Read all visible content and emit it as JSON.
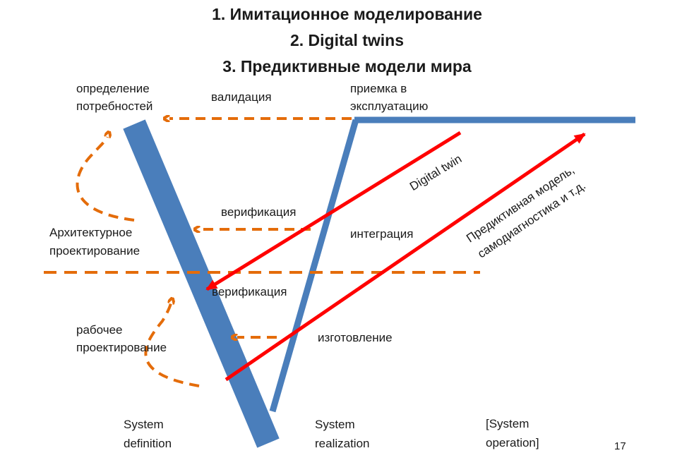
{
  "titles": {
    "line1": "1. Имитационное моделирование",
    "line2": "2. Digital twins",
    "line3": "3. Предиктивные модели мира"
  },
  "labels": {
    "needs_l1": "определение",
    "needs_l2": "потребностей",
    "validation": "валидация",
    "acceptance_l1": "приемка в",
    "acceptance_l2": "эксплуатацию",
    "verification_top": "верификация",
    "architecture_l1": "Архитектурное",
    "architecture_l2": "проектирование",
    "integration": "интеграция",
    "verification_mid": "верификация",
    "detailed_l1": "рабочее",
    "detailed_l2": "проектирование",
    "manufacturing": "изготовление",
    "digital_twin": "Digital twin",
    "predictive_l1": "Предиктивная модель,",
    "predictive_l2": "самодиагностика и т.д."
  },
  "phases": {
    "definition_l1": "System",
    "definition_l2": "definition",
    "realization_l1": "System",
    "realization_l2": "realization",
    "operation_l1": "[System",
    "operation_l2": "operation]"
  },
  "page_number": "17",
  "colors": {
    "v_blue": "#4a7ebb",
    "dash_orange": "#e46c0a",
    "arrow_red": "#ff0000",
    "text": "#1a1a1a"
  }
}
